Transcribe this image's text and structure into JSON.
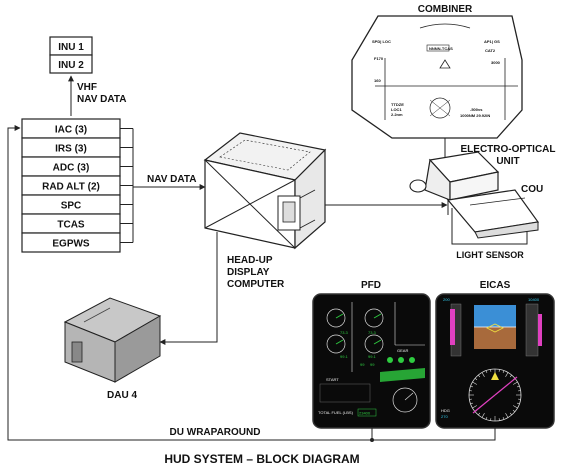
{
  "title": "HUD SYSTEM – BLOCK DIAGRAM",
  "inu_boxes": [
    "INU 1",
    "INU 2"
  ],
  "vhf_label": [
    "VHF",
    "NAV DATA"
  ],
  "sensor_boxes": [
    "IAC (3)",
    "IRS (3)",
    "ADC (3)",
    "RAD ALT (2)",
    "SPC",
    "TCAS",
    "EGPWS"
  ],
  "nav_data_label": "NAV DATA",
  "hud_computer_label": [
    "HEAD-UP",
    "DISPLAY",
    "COMPUTER"
  ],
  "dau_label": "DAU 4",
  "combiner_label": "COMBINER",
  "eou_label": [
    "ELECTRO-OPTICAL",
    "UNIT"
  ],
  "cou_label": "COU",
  "light_sensor_label": "LIGHT SENSOR",
  "pfd_label": "PFD",
  "eicas_label": "EICAS",
  "wraparound_label": "DU WRAPAROUND",
  "combiner_display": {
    "spd_loc": "SPD| LOC",
    "ap_gs": "AP1| GS",
    "cat": "CAT2",
    "right_top": "3000",
    "left_top": "F170",
    "left_mid": "160",
    "center_box": "NNNN-TCAS",
    "tdze": "TTDZE",
    "loc": "LOC1",
    "dme": "2.2nm",
    "vs": "-500vs",
    "baro": "1000NM 29.92IN"
  },
  "pfd_display": {
    "gauge_values": [
      "73.3",
      "73.3",
      "99.1",
      "99.1"
    ],
    "right_values": [
      "99",
      "99"
    ],
    "gear": "GEAR",
    "start": "START",
    "total_fuel": "TOTAL FUEL (LBS)",
    "fuel_value": "23400"
  },
  "eicas_display": {
    "speed_top": "200",
    "alt_top": "10400",
    "hdg": "HDG",
    "bottom_left": "270"
  },
  "colors": {
    "line": "#222222",
    "screen_bg": "#0a0a0a",
    "green": "#2ecc40",
    "cyan": "#33ccee",
    "magenta": "#e040c0",
    "sky": "#3b8fd6",
    "ground": "#a86a3c"
  }
}
